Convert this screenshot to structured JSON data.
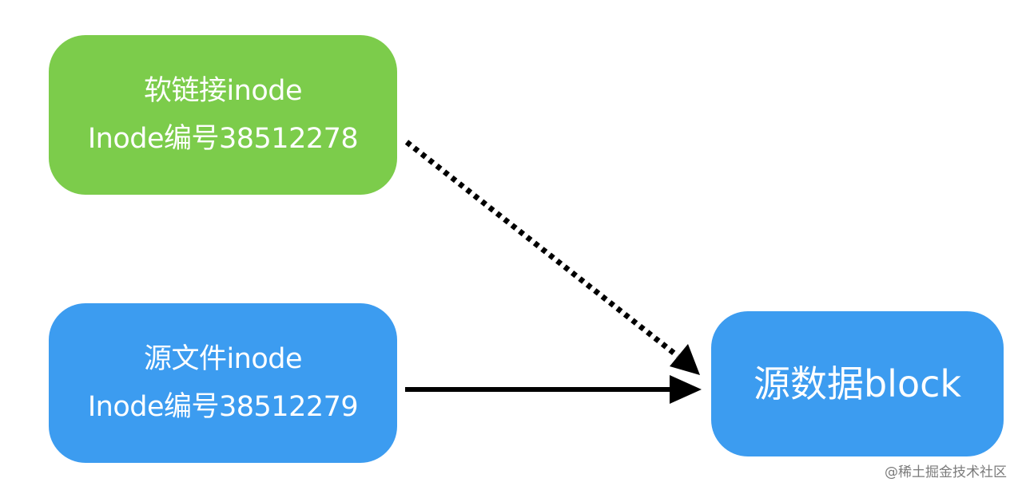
{
  "nodes": {
    "symlink": {
      "line1": "软链接inode",
      "line2": "Inode编号38512278",
      "color": "#7ccc4b"
    },
    "source": {
      "line1": "源文件inode",
      "line2": "Inode编号38512279",
      "color": "#3c9cf0"
    },
    "block": {
      "label": "源数据block",
      "color": "#3c9cf0"
    }
  },
  "edges": [
    {
      "from": "symlink",
      "to": "block",
      "style": "dotted"
    },
    {
      "from": "source",
      "to": "block",
      "style": "solid"
    }
  ],
  "watermark": "@稀土掘金技术社区"
}
